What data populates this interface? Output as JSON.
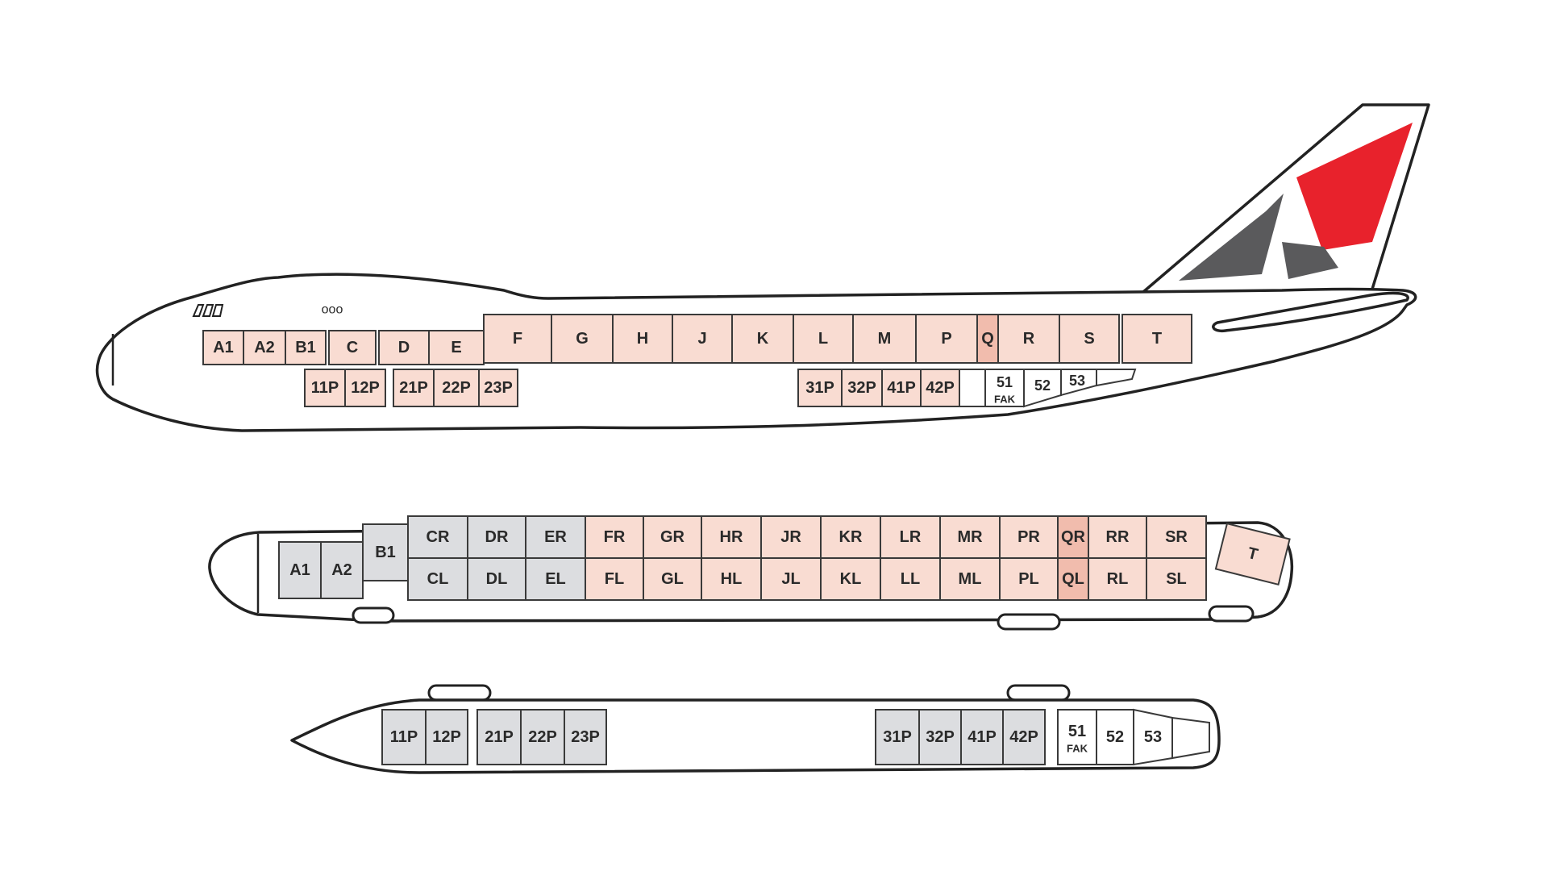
{
  "colors": {
    "main_deck": "#f9dcd2",
    "highlight": "#f1bcad",
    "lower_deck": "#dcdde0",
    "empty": "#ffffff",
    "tail_red": "#e8222c",
    "tail_grey": "#5a5a5c",
    "outline": "#222222"
  },
  "side_view": {
    "main_deck_positions": [
      "A1",
      "A2",
      "B1",
      "C",
      "D",
      "E",
      "F",
      "G",
      "H",
      "J",
      "K",
      "L",
      "M",
      "P",
      "Q",
      "R",
      "S",
      "T"
    ],
    "forward_hold_positions": [
      "11P",
      "12P",
      "21P",
      "22P",
      "23P"
    ],
    "aft_hold_positions": [
      "31P",
      "32P",
      "41P",
      "42P"
    ],
    "bulk_positions": [
      "51",
      "52",
      "53"
    ],
    "bulk_sub_label": "FAK",
    "window_marks": "ooo"
  },
  "main_deck_plan": {
    "nose_positions": [
      "A1",
      "A2",
      "B1"
    ],
    "right_row": [
      "CR",
      "DR",
      "ER",
      "FR",
      "GR",
      "HR",
      "JR",
      "KR",
      "LR",
      "MR",
      "PR",
      "QR",
      "RR",
      "SR"
    ],
    "left_row": [
      "CL",
      "DL",
      "EL",
      "FL",
      "GL",
      "HL",
      "JL",
      "KL",
      "LL",
      "ML",
      "PL",
      "QL",
      "RL",
      "SL"
    ],
    "tail_position": "T"
  },
  "lower_deck_plan": {
    "forward_positions": [
      "11P",
      "12P",
      "21P",
      "22P",
      "23P"
    ],
    "aft_positions": [
      "31P",
      "32P",
      "41P",
      "42P"
    ],
    "bulk_positions": [
      "51",
      "52",
      "53"
    ],
    "bulk_sub_label": "FAK"
  }
}
